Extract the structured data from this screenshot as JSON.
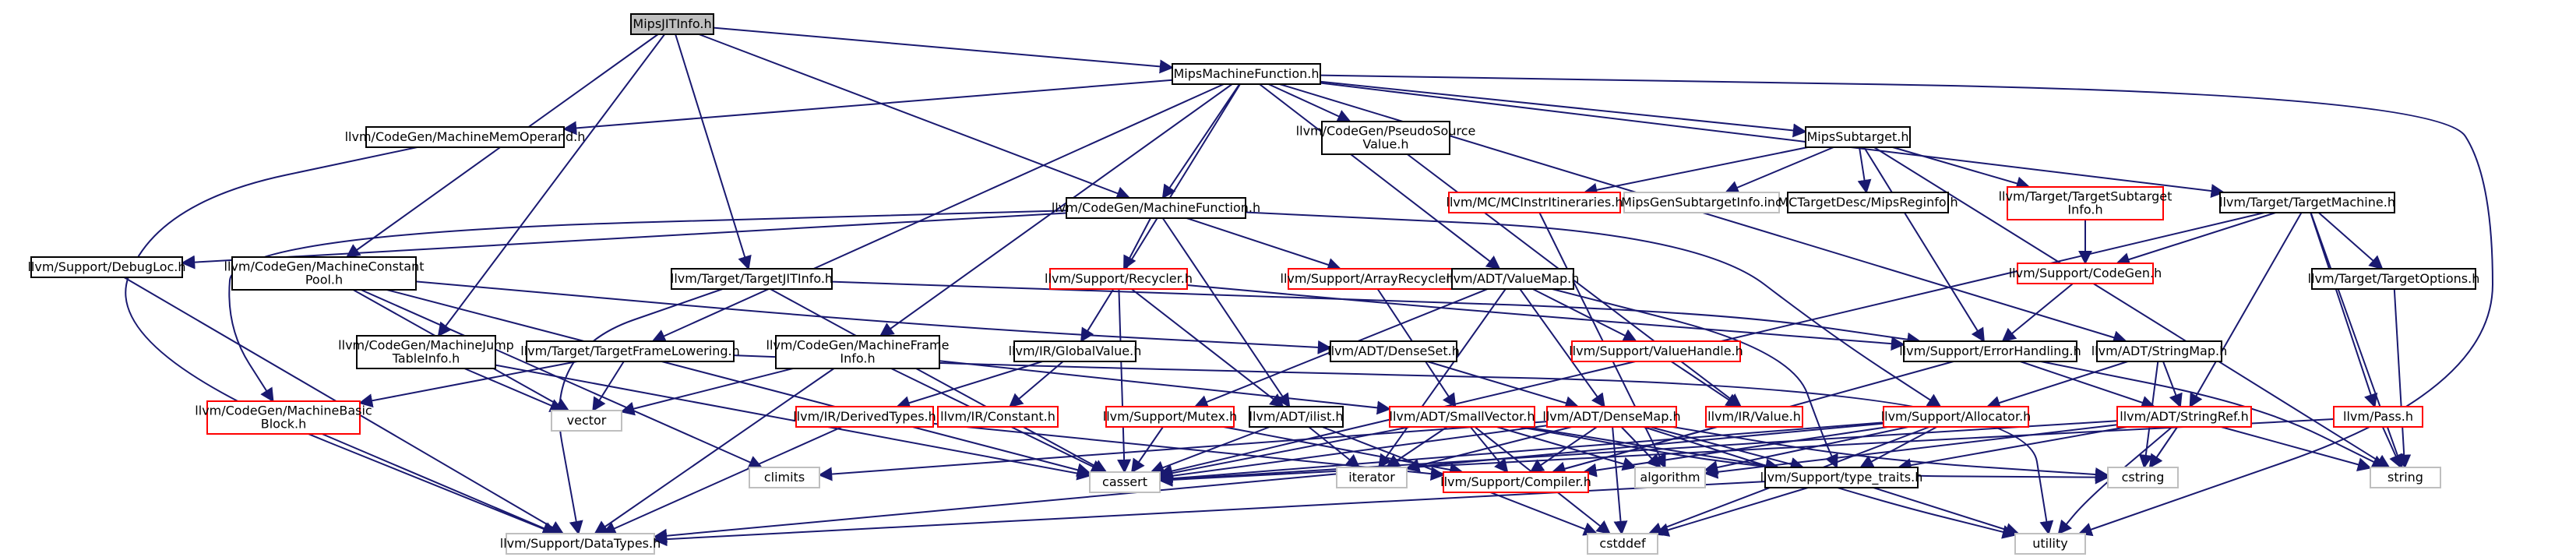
{
  "colors": {
    "edge": "#191970",
    "border_normal": "#000000",
    "border_missing": "#ff0000",
    "border_system": "#bfbfbf",
    "fill_default": "#ffffff",
    "fill_root": "#bfbfbf"
  },
  "nodes": [
    {
      "id": "root",
      "lines": [
        "MipsJITInfo.h"
      ],
      "kind": "root"
    },
    {
      "id": "mmf",
      "lines": [
        "MipsMachineFunction.h"
      ],
      "kind": "normal"
    },
    {
      "id": "cg_mmo",
      "lines": [
        "llvm/CodeGen/MachineMemOperand.h"
      ],
      "kind": "normal"
    },
    {
      "id": "cg_psv",
      "lines": [
        "llvm/CodeGen/PseudoSource",
        "Value.h"
      ],
      "kind": "normal"
    },
    {
      "id": "mips_sub",
      "lines": [
        "MipsSubtarget.h"
      ],
      "kind": "normal"
    },
    {
      "id": "mc_itin",
      "lines": [
        "llvm/MC/MCInstrItineraries.h"
      ],
      "kind": "missing"
    },
    {
      "id": "mips_gen_sub",
      "lines": [
        "MipsGenSubtargetInfo.inc"
      ],
      "kind": "system"
    },
    {
      "id": "mc_mipsreg",
      "lines": [
        "MCTargetDesc/MipsReginfo.h"
      ],
      "kind": "normal"
    },
    {
      "id": "tgt_subinfo",
      "lines": [
        "llvm/Target/TargetSubtarget",
        "Info.h"
      ],
      "kind": "missing"
    },
    {
      "id": "tgt_machine",
      "lines": [
        "llvm/Target/TargetMachine.h"
      ],
      "kind": "normal"
    },
    {
      "id": "cg_mf",
      "lines": [
        "llvm/CodeGen/MachineFunction.h"
      ],
      "kind": "normal"
    },
    {
      "id": "sup_debugloc",
      "lines": [
        "llvm/Support/DebugLoc.h"
      ],
      "kind": "normal"
    },
    {
      "id": "cg_mcp",
      "lines": [
        "llvm/CodeGen/MachineConstant",
        "Pool.h"
      ],
      "kind": "normal"
    },
    {
      "id": "tgt_jit",
      "lines": [
        "llvm/Target/TargetJITInfo.h"
      ],
      "kind": "normal"
    },
    {
      "id": "sup_recycler",
      "lines": [
        "llvm/Support/Recycler.h"
      ],
      "kind": "missing"
    },
    {
      "id": "sup_arrayrec",
      "lines": [
        "llvm/Support/ArrayRecycler.h"
      ],
      "kind": "missing"
    },
    {
      "id": "adt_valuemap",
      "lines": [
        "llvm/ADT/ValueMap.h"
      ],
      "kind": "normal"
    },
    {
      "id": "sup_codegen",
      "lines": [
        "llvm/Support/CodeGen.h"
      ],
      "kind": "missing"
    },
    {
      "id": "tgt_options",
      "lines": [
        "llvm/Target/TargetOptions.h"
      ],
      "kind": "normal"
    },
    {
      "id": "cg_mjti",
      "lines": [
        "llvm/CodeGen/MachineJump",
        "TableInfo.h"
      ],
      "kind": "normal"
    },
    {
      "id": "tgt_tfl",
      "lines": [
        "llvm/Target/TargetFrameLowering.h"
      ],
      "kind": "normal"
    },
    {
      "id": "cg_mfi",
      "lines": [
        "llvm/CodeGen/MachineFrame",
        "Info.h"
      ],
      "kind": "normal"
    },
    {
      "id": "ir_gv",
      "lines": [
        "llvm/IR/GlobalValue.h"
      ],
      "kind": "normal"
    },
    {
      "id": "adt_denseset",
      "lines": [
        "llvm/ADT/DenseSet.h"
      ],
      "kind": "normal"
    },
    {
      "id": "sup_valuehandle",
      "lines": [
        "llvm/Support/ValueHandle.h"
      ],
      "kind": "missing"
    },
    {
      "id": "sup_errh",
      "lines": [
        "llvm/Support/ErrorHandling.h"
      ],
      "kind": "normal"
    },
    {
      "id": "adt_stringmap",
      "lines": [
        "llvm/ADT/StringMap.h"
      ],
      "kind": "normal"
    },
    {
      "id": "cg_mbb",
      "lines": [
        "llvm/CodeGen/MachineBasic",
        "Block.h"
      ],
      "kind": "missing"
    },
    {
      "id": "vector",
      "lines": [
        "vector"
      ],
      "kind": "system"
    },
    {
      "id": "ir_derived",
      "lines": [
        "llvm/IR/DerivedTypes.h"
      ],
      "kind": "missing"
    },
    {
      "id": "ir_const",
      "lines": [
        "llvm/IR/Constant.h"
      ],
      "kind": "missing"
    },
    {
      "id": "sup_mutex",
      "lines": [
        "llvm/Support/Mutex.h"
      ],
      "kind": "missing"
    },
    {
      "id": "adt_ilist",
      "lines": [
        "llvm/ADT/ilist.h"
      ],
      "kind": "normal"
    },
    {
      "id": "adt_smallvec",
      "lines": [
        "llvm/ADT/SmallVector.h"
      ],
      "kind": "missing"
    },
    {
      "id": "adt_densemap",
      "lines": [
        "llvm/ADT/DenseMap.h"
      ],
      "kind": "missing"
    },
    {
      "id": "ir_value",
      "lines": [
        "llvm/IR/Value.h"
      ],
      "kind": "missing"
    },
    {
      "id": "sup_allocator",
      "lines": [
        "llvm/Support/Allocator.h"
      ],
      "kind": "missing"
    },
    {
      "id": "adt_stringref",
      "lines": [
        "llvm/ADT/StringRef.h"
      ],
      "kind": "missing"
    },
    {
      "id": "pass",
      "lines": [
        "llvm/Pass.h"
      ],
      "kind": "missing"
    },
    {
      "id": "climits",
      "lines": [
        "climits"
      ],
      "kind": "system"
    },
    {
      "id": "cassert",
      "lines": [
        "cassert"
      ],
      "kind": "system"
    },
    {
      "id": "iterator",
      "lines": [
        "iterator"
      ],
      "kind": "system"
    },
    {
      "id": "sup_compiler",
      "lines": [
        "llvm/Support/Compiler.h"
      ],
      "kind": "missing"
    },
    {
      "id": "algorithm",
      "lines": [
        "algorithm"
      ],
      "kind": "system"
    },
    {
      "id": "sup_typetraits",
      "lines": [
        "llvm/Support/type_traits.h"
      ],
      "kind": "normal"
    },
    {
      "id": "cstring",
      "lines": [
        "cstring"
      ],
      "kind": "system"
    },
    {
      "id": "string",
      "lines": [
        "string"
      ],
      "kind": "system"
    },
    {
      "id": "sup_datatypes",
      "lines": [
        "llvm/Support/DataTypes.h"
      ],
      "kind": "system"
    },
    {
      "id": "cstddef",
      "lines": [
        "cstddef"
      ],
      "kind": "system"
    },
    {
      "id": "utility",
      "lines": [
        "utility"
      ],
      "kind": "system"
    }
  ],
  "edges": [
    [
      "root",
      "mmf"
    ],
    [
      "root",
      "cg_mf"
    ],
    [
      "root",
      "cg_mcp"
    ],
    [
      "root",
      "tgt_jit"
    ],
    [
      "root",
      "cg_mjti"
    ],
    [
      "mmf",
      "cg_mmo"
    ],
    [
      "mmf",
      "cg_psv"
    ],
    [
      "mmf",
      "mips_sub"
    ],
    [
      "mmf",
      "tgt_machine"
    ],
    [
      "mmf",
      "cg_mf"
    ],
    [
      "mmf",
      "tgt_tfl"
    ],
    [
      "mmf",
      "cg_mfi"
    ],
    [
      "mmf",
      "ir_gv"
    ],
    [
      "mmf",
      "adt_valuemap"
    ],
    [
      "mmf",
      "adt_stringmap"
    ],
    [
      "mmf",
      "utility"
    ],
    [
      "cg_mmo",
      "sup_datatypes"
    ],
    [
      "cg_psv",
      "ir_value"
    ],
    [
      "mips_sub",
      "mc_itin"
    ],
    [
      "mips_sub",
      "mips_gen_sub"
    ],
    [
      "mips_sub",
      "mc_mipsreg"
    ],
    [
      "mips_sub",
      "tgt_subinfo"
    ],
    [
      "mips_sub",
      "sup_errh"
    ],
    [
      "mips_sub",
      "string"
    ],
    [
      "tgt_subinfo",
      "sup_codegen"
    ],
    [
      "mc_itin",
      "algorithm"
    ],
    [
      "tgt_machine",
      "sup_codegen"
    ],
    [
      "tgt_machine",
      "tgt_options"
    ],
    [
      "tgt_machine",
      "adt_stringref"
    ],
    [
      "tgt_machine",
      "pass"
    ],
    [
      "tgt_machine",
      "cassert"
    ],
    [
      "tgt_machine",
      "string"
    ],
    [
      "cg_mf",
      "sup_debugloc"
    ],
    [
      "cg_mf",
      "cg_mbb"
    ],
    [
      "cg_mf",
      "sup_recycler"
    ],
    [
      "cg_mf",
      "sup_arrayrec"
    ],
    [
      "cg_mf",
      "adt_ilist"
    ],
    [
      "cg_mf",
      "sup_allocator"
    ],
    [
      "sup_debugloc",
      "sup_datatypes"
    ],
    [
      "cg_mcp",
      "adt_denseset"
    ],
    [
      "cg_mcp",
      "vector"
    ],
    [
      "cg_mcp",
      "climits"
    ],
    [
      "cg_mcp",
      "cassert"
    ],
    [
      "tgt_jit",
      "sup_errh"
    ],
    [
      "tgt_jit",
      "sup_datatypes"
    ],
    [
      "tgt_jit",
      "cassert"
    ],
    [
      "sup_recycler",
      "adt_ilist"
    ],
    [
      "sup_recycler",
      "sup_errh"
    ],
    [
      "sup_recycler",
      "cassert"
    ],
    [
      "sup_arrayrec",
      "adt_smallvec"
    ],
    [
      "adt_valuemap",
      "adt_densemap"
    ],
    [
      "adt_valuemap",
      "sup_valuehandle"
    ],
    [
      "adt_valuemap",
      "sup_mutex"
    ],
    [
      "adt_valuemap",
      "iterator"
    ],
    [
      "adt_valuemap",
      "sup_typetraits"
    ],
    [
      "sup_codegen",
      "sup_errh"
    ],
    [
      "tgt_options",
      "string"
    ],
    [
      "cg_mjti",
      "vector"
    ],
    [
      "cg_mjti",
      "cassert"
    ],
    [
      "tgt_tfl",
      "cg_mbb"
    ],
    [
      "tgt_tfl",
      "vector"
    ],
    [
      "tgt_tfl",
      "utility"
    ],
    [
      "cg_mfi",
      "adt_smallvec"
    ],
    [
      "cg_mfi",
      "sup_datatypes"
    ],
    [
      "cg_mfi",
      "cassert"
    ],
    [
      "cg_mfi",
      "vector"
    ],
    [
      "ir_gv",
      "ir_derived"
    ],
    [
      "ir_gv",
      "ir_const"
    ],
    [
      "adt_denseset",
      "adt_densemap"
    ],
    [
      "sup_valuehandle",
      "ir_value"
    ],
    [
      "sup_errh",
      "sup_compiler"
    ],
    [
      "sup_errh",
      "adt_stringref"
    ],
    [
      "sup_errh",
      "string"
    ],
    [
      "adt_stringmap",
      "adt_stringref"
    ],
    [
      "adt_stringmap",
      "sup_allocator"
    ],
    [
      "adt_stringmap",
      "cstring"
    ],
    [
      "cg_mbb",
      "sup_datatypes"
    ],
    [
      "ir_derived",
      "sup_compiler"
    ],
    [
      "ir_derived",
      "sup_datatypes"
    ],
    [
      "sup_mutex",
      "sup_compiler"
    ],
    [
      "sup_mutex",
      "cassert"
    ],
    [
      "adt_ilist",
      "cassert"
    ],
    [
      "adt_ilist",
      "cstddef"
    ],
    [
      "adt_ilist",
      "iterator"
    ],
    [
      "adt_smallvec",
      "sup_compiler"
    ],
    [
      "adt_smallvec",
      "sup_typetraits"
    ],
    [
      "adt_smallvec",
      "algorithm"
    ],
    [
      "adt_smallvec",
      "cassert"
    ],
    [
      "adt_smallvec",
      "cstddef"
    ],
    [
      "adt_smallvec",
      "iterator"
    ],
    [
      "adt_smallvec",
      "cstring"
    ],
    [
      "adt_densemap",
      "sup_compiler"
    ],
    [
      "adt_densemap",
      "sup_typetraits"
    ],
    [
      "adt_densemap",
      "algorithm"
    ],
    [
      "adt_densemap",
      "cassert"
    ],
    [
      "adt_densemap",
      "climits"
    ],
    [
      "adt_densemap",
      "cstddef"
    ],
    [
      "adt_densemap",
      "iterator"
    ],
    [
      "adt_densemap",
      "cstring"
    ],
    [
      "adt_densemap",
      "utility"
    ],
    [
      "ir_value",
      "sup_compiler"
    ],
    [
      "sup_allocator",
      "sup_compiler"
    ],
    [
      "sup_allocator",
      "sup_typetraits"
    ],
    [
      "sup_allocator",
      "sup_datatypes"
    ],
    [
      "sup_allocator",
      "cassert"
    ],
    [
      "sup_allocator",
      "cstddef"
    ],
    [
      "sup_allocator",
      "algorithm"
    ],
    [
      "adt_stringref",
      "sup_typetraits"
    ],
    [
      "adt_stringref",
      "algorithm"
    ],
    [
      "adt_stringref",
      "cassert"
    ],
    [
      "adt_stringref",
      "cstring"
    ],
    [
      "adt_stringref",
      "string"
    ],
    [
      "adt_stringref",
      "utility"
    ],
    [
      "pass",
      "string"
    ],
    [
      "pass",
      "cassert"
    ],
    [
      "sup_typetraits",
      "sup_datatypes"
    ],
    [
      "sup_typetraits",
      "cstddef"
    ],
    [
      "sup_typetraits",
      "utility"
    ]
  ]
}
